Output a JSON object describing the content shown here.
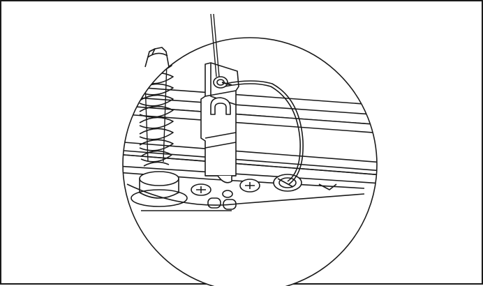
{
  "figure": {
    "stroke_color": "#1a1a1a",
    "fill_color": "#ffffff",
    "shade_color": "#d9d9d9",
    "components": [
      "magnifier-circle",
      "rail-track",
      "lag-screw",
      "bracket-clip",
      "ground-wire",
      "wire-lug",
      "terminal-screw",
      "base-housing"
    ]
  }
}
